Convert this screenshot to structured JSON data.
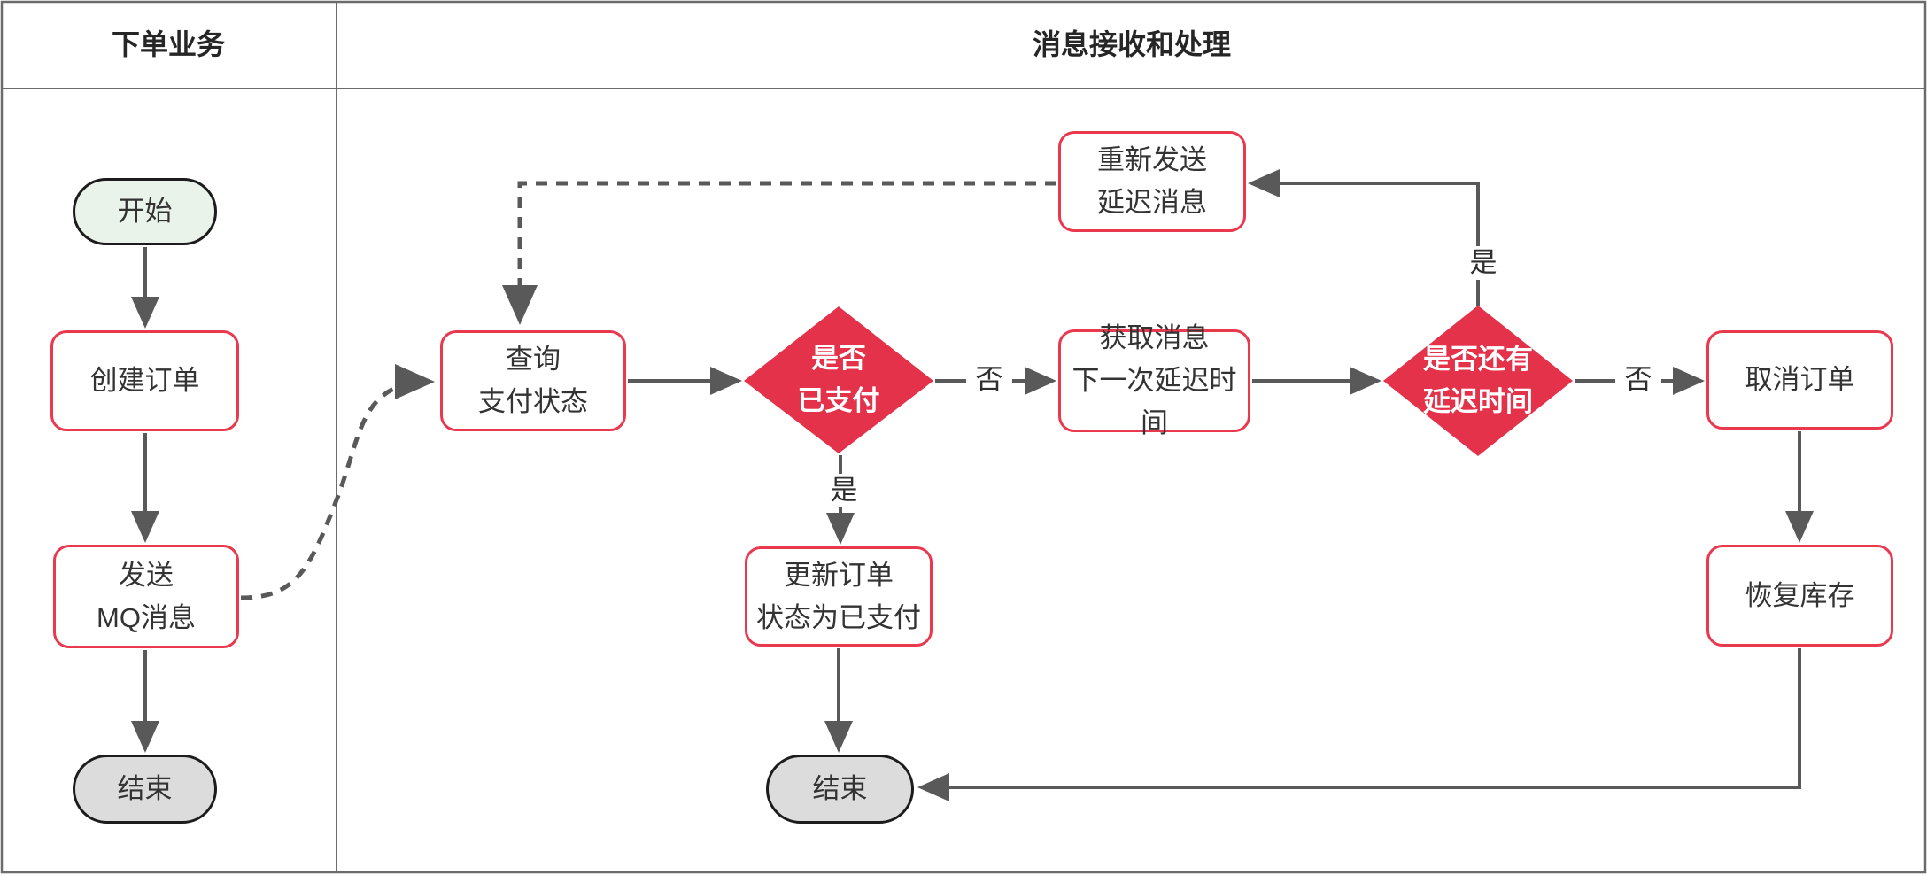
{
  "diagram": {
    "lanes": {
      "left_title": "下单业务",
      "right_title": "消息接收和处理"
    },
    "nodes": {
      "start": {
        "label": "开始"
      },
      "create_order": {
        "label": "创建订单"
      },
      "send_mq": {
        "line1": "发送",
        "line2": "MQ消息"
      },
      "end_left": {
        "label": "结束"
      },
      "query_status": {
        "line1": "查询",
        "line2": "支付状态"
      },
      "is_paid": {
        "line1": "是否",
        "line2": "已支付"
      },
      "get_next_delay": {
        "line1": "获取消息",
        "line2": "下一次延迟时间"
      },
      "has_delay": {
        "line1": "是否还有",
        "line2": "延迟时间"
      },
      "cancel_order": {
        "label": "取消订单"
      },
      "resend_delay": {
        "line1": "重新发送",
        "line2": "延迟消息"
      },
      "update_paid": {
        "line1": "更新订单",
        "line2": "状态为已支付"
      },
      "restore_stock": {
        "label": "恢复库存"
      },
      "end_mid": {
        "label": "结束"
      }
    },
    "edge_labels": {
      "is_paid_no": "否",
      "is_paid_yes": "是",
      "has_delay_yes": "是",
      "has_delay_no": "否"
    },
    "colors": {
      "decision_fill": "#e4324b",
      "process_border": "#e8394f",
      "start_fill": "#e9f3e9",
      "end_fill": "#dcdcdc",
      "terminal_border": "#1c1c1c",
      "arrow": "#595959",
      "lane_border": "#6b6b6b",
      "text": "#333333"
    }
  }
}
